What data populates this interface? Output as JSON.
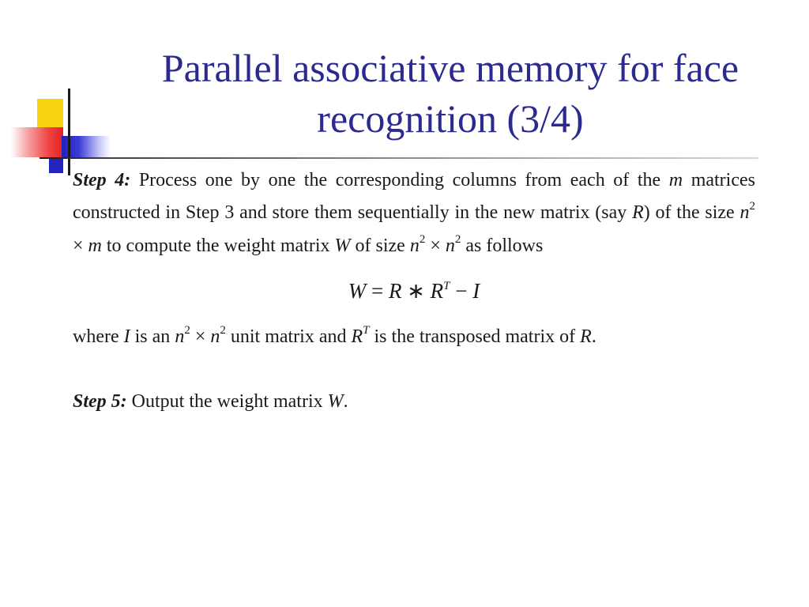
{
  "slide": {
    "title": "Parallel associative memory for face recognition (3/4)",
    "step4": {
      "label": "Step 4:",
      "text_a": " Process one by one the corresponding columns from each of the ",
      "var_m": "m",
      "text_b": " matrices constructed in Step 3 and store them sequentially in the new matrix (say ",
      "var_R": "R",
      "text_c": ") of the size ",
      "size1_base": "n",
      "size1_exp": "2",
      "size1_rest": " × ",
      "size1_m": "m",
      "text_d": " to compute the weight matrix ",
      "var_W": "W",
      "text_e": " of size ",
      "size2_a": "n",
      "size2_a_exp": "2",
      "size2_times": " × ",
      "size2_b": "n",
      "size2_b_exp": "2",
      "text_f": " as follows"
    },
    "equation": {
      "lhs": "W",
      "eq": " = ",
      "r1": "R",
      "star": " ∗ ",
      "r2": "R",
      "r2_exp": "T",
      "minus": " − ",
      "i": "I"
    },
    "where": {
      "text_a": "where ",
      "var_I": "I",
      "text_b": " is an ",
      "n1": "n",
      "n1_exp": "2",
      "times": " × ",
      "n2": "n",
      "n2_exp": "2",
      "text_c": " unit matrix and ",
      "rt": "R",
      "rt_exp": "T",
      "text_d": " is the transposed matrix of ",
      "var_R": "R",
      "text_e": "."
    },
    "step5": {
      "label": "Step 5:",
      "text_a": " Output the weight matrix ",
      "var_W": "W",
      "text_b": "."
    }
  },
  "colors": {
    "title": "#2b2b8f",
    "text": "#1a1a1a",
    "deco_yellow": "#f7d40f",
    "deco_blue": "#2323bd",
    "deco_red": "#e52020"
  },
  "icons": {
    "corner_decoration": "decorative-squares-icon"
  }
}
